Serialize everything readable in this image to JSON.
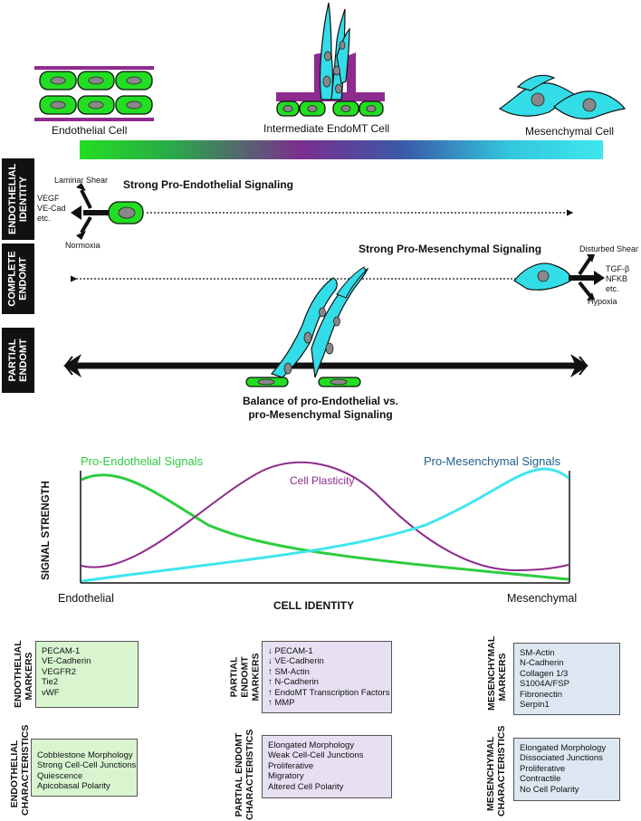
{
  "header": {
    "endothelial_cell": "Endothelial Cell",
    "intermediate_cell": "Intermediate EndoMT Cell",
    "mesenchymal_cell": "Mesenchymal Cell"
  },
  "tabs": {
    "endothelial_identity": "ENDOTHELIAL IDENTITY",
    "complete_endomt": "COMPLETE ENDOMT",
    "partial_endomt": "PARTIAL ENDOMT"
  },
  "row1": {
    "title": "Strong Pro-Endothelial Signaling",
    "laminar": "Laminar Shear",
    "factors": [
      "VEGF",
      "VE-Cad",
      "etc."
    ],
    "normoxia": "Normoxia"
  },
  "row2": {
    "title": "Strong Pro-Mesenchymal Signaling",
    "disturbed": "Disturbed Shear",
    "factors": [
      "TGF-β",
      "NFKB",
      "etc."
    ],
    "hypoxia": "Hypoxia"
  },
  "row3": {
    "caption": [
      "Balance of pro-Endothelial vs.",
      "pro-Mesenchymal Signaling"
    ]
  },
  "graph": {
    "ylabel": "SIGNAL STRENGTH",
    "xlabel": "CELL IDENTITY",
    "x_left": "Endothelial",
    "x_right": "Mesenchymal",
    "curves": [
      {
        "name": "Pro-Endothelial Signals",
        "color": "#2ecc40"
      },
      {
        "name": "Cell Plasticity",
        "color": "#8e2b8e"
      },
      {
        "name": "Pro-Mesenchymal Signals",
        "color": "#1f5f8b",
        "line_color": "#3ee6ee"
      }
    ]
  },
  "markers": {
    "endo_title": "ENDOTHELIAL MARKERS",
    "endo": [
      "PECAM-1",
      "VE-Cadherin",
      "VEGFR2",
      "Tie2",
      "vWF"
    ],
    "partial_title": "PARTIAL ENDOMT MARKERS",
    "partial": [
      "↓ PECAM-1",
      "↓ VE-Cadherin",
      "↑ SM-Actin",
      "↑ N-Cadherin",
      "↑ EndoMT Transcription Factors",
      "↑ MMP"
    ],
    "mes_title": "MESENCHYMAL MARKERS",
    "mes": [
      "SM-Actin",
      "N-Cadherin",
      "Collagen 1/3",
      "S1004A/FSP",
      "Fibronectin",
      "Serpin1"
    ]
  },
  "characteristics": {
    "endo_title": "ENDOTHELIAL CHARACTERISTICS",
    "endo": [
      "Cobblestone Morphology",
      "Strong Cell-Cell Junctions",
      "Quiescence",
      "Apicobasal Polarity"
    ],
    "partial_title": "PARTIAL ENDOMT CHARACTERISTICS",
    "partial": [
      "Elongated Morphology",
      "Weak Cell-Cell Junctions",
      "Proliferative",
      "Migratory",
      "Altered Cell Polarity"
    ],
    "mes_title": "MESENCHYMAL CHARACTERISTICS",
    "mes": [
      "Elongated Morphology",
      "Dissociated Junctions",
      "Proliferative",
      "Contractile",
      "No Cell Polarity"
    ]
  }
}
